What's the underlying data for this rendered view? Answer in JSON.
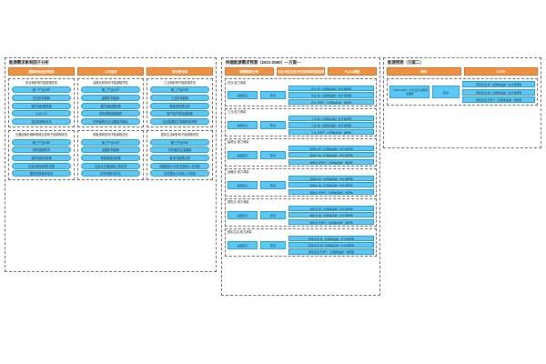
{
  "left_panel": {
    "title": "能源需求影响因子分析",
    "headers": [
      {
        "label": "国际政治经济格局"
      },
      {
        "label": "人口经济"
      },
      {
        "label": "成分数分析"
      }
    ],
    "groups": [
      {
        "heading": "农业和影响子能源相关性",
        "items": [
          "第一产业GDP",
          "农业历年能耗",
          "各阶段政策进程",
          "从业人口",
          "农业机械化水平"
        ]
      },
      {
        "heading": "建筑业和影响子能源相关性",
        "items": [
          "第二产业GDP",
          "建筑历年能耗",
          "各阶段政策进程",
          "历年房屋建筑面积",
          "历年建筑企业主要经济指标"
        ]
      },
      {
        "heading": "工业和影响子能源相关性",
        "items": [
          "第二产业GDP",
          "工业历年能耗",
          "单耗类政策分析",
          "单产品产量及其能耗",
          "企业能源加工转换利用效率"
        ]
      },
      {
        "heading": "交通运输仓储和邮政业影响子能源相关性",
        "items": [
          "第三产业GDP",
          "历年能耗情况",
          "各阶段相关政策",
          "社会消费品零售总额",
          "国内贸易基本情况"
        ]
      },
      {
        "heading": "邮批零和影响子能源相关性",
        "items": [
          "第三产业GDP",
          "全国历年能耗",
          "单耗类相关政策",
          "社会分交通运输工具情况",
          "历年货物与情况"
        ]
      },
      {
        "heading": "居民生活和影响子能源相关性",
        "items": [
          "第三产业GDP",
          "历年居民生活能耗",
          "各地方政策法规",
          "城镇居民人均可支配收入与消费",
          "农村居民人均收入与消费"
        ]
      }
    ]
  },
  "mid_panel": {
    "title": "终端能源需求预测（2021-2060）—方案—",
    "headers": [
      {
        "label": "情景模拟分析"
      },
      {
        "label": "分各大区及各分行业和单位能耗预测"
      },
      {
        "label": "PyAA模型"
      }
    ],
    "sectors": [
      {
        "label": "农业-电力消量",
        "factor": "关键因子",
        "algo": "算法",
        "outputs": [
          "农业-煤（全国本品类）合计消费量",
          "农业-油（全国本品类）合计消费量",
          "农业-天然气（全国本品类）消费量"
        ]
      },
      {
        "label": "工业-电力消量",
        "factor": "关键因子",
        "algo": "算法",
        "outputs": [
          "工业-煤（全国本品类）合计消费量",
          "工业-油（全国本品类）合计消费量",
          "工业-天然气（全国本品类）消费量"
        ]
      },
      {
        "label": "建筑业-电力消量",
        "factor": "关键因子",
        "algo": "算法",
        "outputs": [
          "建筑业-煤（全国本品类）合计消费量",
          "建筑业-油（全国本品类）合计消费量",
          "建筑业-天然气（全国本品类）消费量"
        ]
      },
      {
        "label": "运输业-电力消量",
        "factor": "关键因子",
        "algo": "算法",
        "outputs": [
          "运输业-煤（全国本品类）合计消费量",
          "运输业-油（全国本品类）合计消费量",
          "运输业-天然气（全国本品类）消费量"
        ]
      },
      {
        "label": "零售业-电力消量",
        "factor": "关键因子",
        "algo": "算法",
        "outputs": [
          "零售业-煤（全国本品类）合计消费量",
          "零售业-油（全国本品类）合计消费量",
          "零售业-天然气（全国本品类）消费量"
        ]
      },
      {
        "label": "居民生活-电力消量",
        "factor": "关键因子",
        "algo": "算法",
        "outputs": [
          "居民生活-煤（全国本品类）合计消费量",
          "居民生活-油（全国本品类）合计消费量",
          "居民生活-天然气（全国本品类）消费量"
        ]
      }
    ]
  },
  "right_panel": {
    "title": "能源预测（方案二）",
    "headers": [
      {
        "label": "样本"
      },
      {
        "label": "LSTM"
      }
    ],
    "row": {
      "data_label": "（2000-2020）六行业天全能源消费量",
      "algo": "算法",
      "outputs": [
        "居民生活-煤（全国本品类）合计消费量",
        "居民生活-油（全国本品类）合计消费量",
        "居民生活-天然气（全国本品类）消费量"
      ]
    }
  },
  "colors": {
    "header_orange": "#ED9042",
    "box_blue": "#5BC8F5",
    "border_blue": "#2F9BD0",
    "dashed_gray": "#6b6b6b",
    "background": "#ffffff"
  }
}
